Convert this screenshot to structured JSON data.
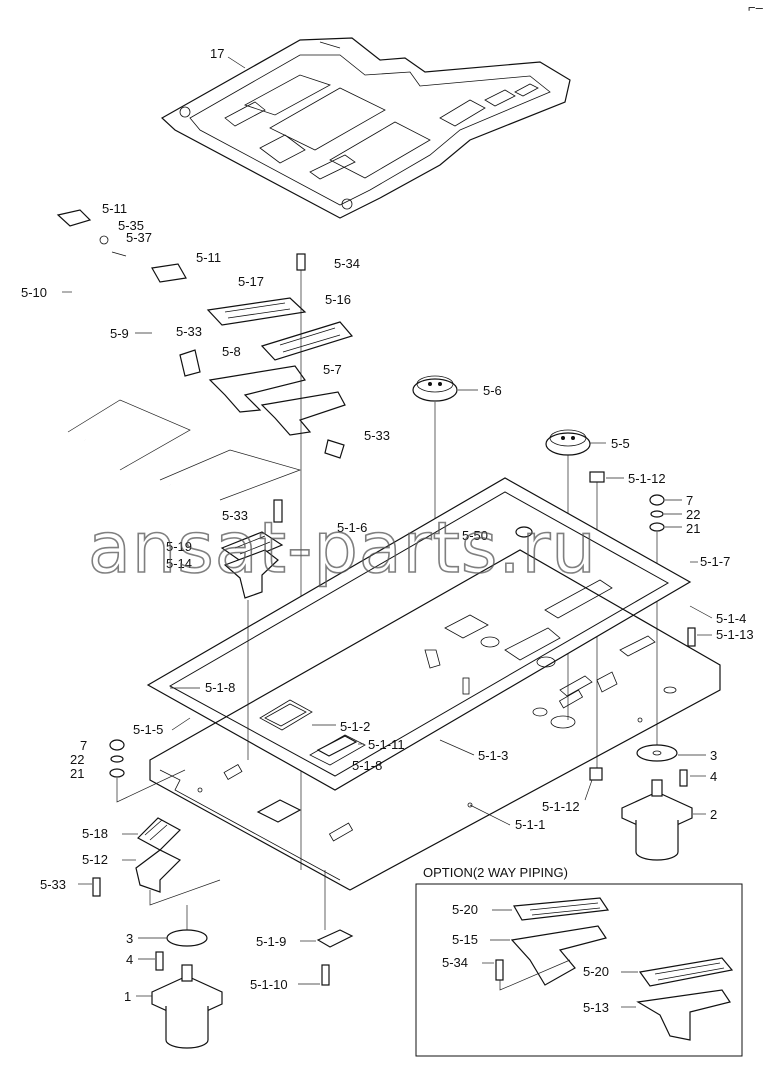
{
  "corner_mark": "⌐–",
  "watermark": "ansat-parts.ru",
  "option_box": {
    "title": "OPTION(2 WAY PIPING)"
  },
  "labels": {
    "l17": "17",
    "l5_11a": "5-11",
    "l5_35": "5-35",
    "l5_37": "5-37",
    "l5_11b": "5-11",
    "l5_34a": "5-34",
    "l5_10": "5-10",
    "l5_17": "5-17",
    "l5_16": "5-16",
    "l5_9": "5-9",
    "l5_33a": "5-33",
    "l5_8": "5-8",
    "l5_7": "5-7",
    "l5_6": "5-6",
    "l5_33b": "5-33",
    "l5_5": "5-5",
    "l5_1_12a": "5-1-12",
    "l7a": "7",
    "l22a": "22",
    "l21a": "21",
    "l5_33c": "5-33",
    "l5_1_6": "5-1-6",
    "l5_50": "5-50",
    "l5_19": "5-19",
    "l5_14": "5-14",
    "l5_1_7": "5-1-7",
    "l5_1_4": "5-1-4",
    "l5_1_13": "5-1-13",
    "l5_1_8a": "5-1-8",
    "l5_1_5": "5-1-5",
    "l5_1_2": "5-1-2",
    "l5_1_11": "5-1-11",
    "l5_1_3": "5-1-3",
    "l5_1_8b": "5-1-8",
    "l7b": "7",
    "l22b": "22",
    "l21b": "21",
    "l3a": "3",
    "l4a": "4",
    "l5_1_12b": "5-1-12",
    "l5_1_1": "5-1-1",
    "l2": "2",
    "l5_18": "5-18",
    "l5_12": "5-12",
    "l5_33d": "5-33",
    "l3b": "3",
    "l4b": "4",
    "l1": "1",
    "l5_1_9": "5-1-9",
    "l5_1_10": "5-1-10",
    "l5_20a": "5-20",
    "l5_15": "5-15",
    "l5_34b": "5-34",
    "l5_20b": "5-20",
    "l5_13": "5-13"
  }
}
